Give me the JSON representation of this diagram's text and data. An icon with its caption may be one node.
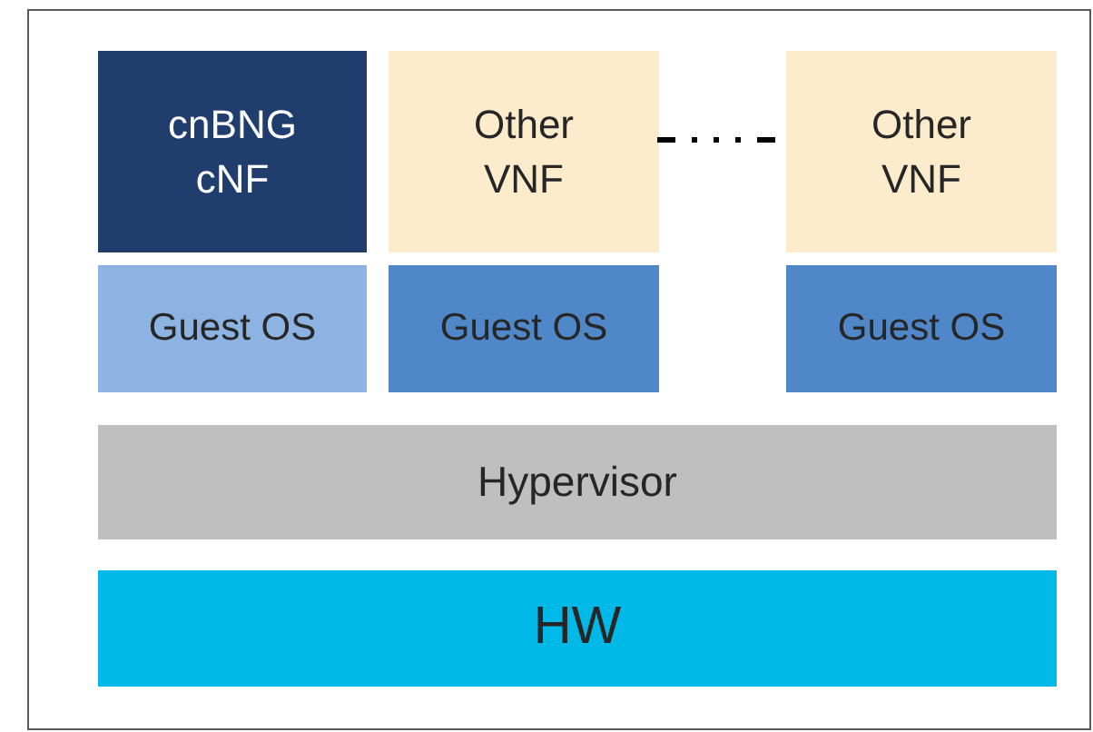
{
  "diagram": {
    "nodes": [
      {
        "text": [],
        "shape": "box"
      },
      {
        "text": [
          "cnBNG cNF"
        ],
        "in": 0
      },
      {
        "text": [
          "Other VNF"
        ],
        "in": 0
      },
      {
        "text": [
          "Other VNF"
        ],
        "in": 0
      },
      {
        "text": [
          "Guest OS"
        ],
        "in": 0
      },
      {
        "text": [
          "Guest OS"
        ],
        "in": 0
      },
      {
        "text": [
          "Guest OS"
        ],
        "in": 0
      },
      {
        "text": [
          "Hypervisor"
        ],
        "in": 0
      },
      {
        "text": [
          "HW"
        ],
        "in": 0
      }
    ],
    "edges": [
      {
        "from": 2,
        "to": 3,
        "arrow": "none",
        "style": "dashed"
      }
    ]
  }
}
